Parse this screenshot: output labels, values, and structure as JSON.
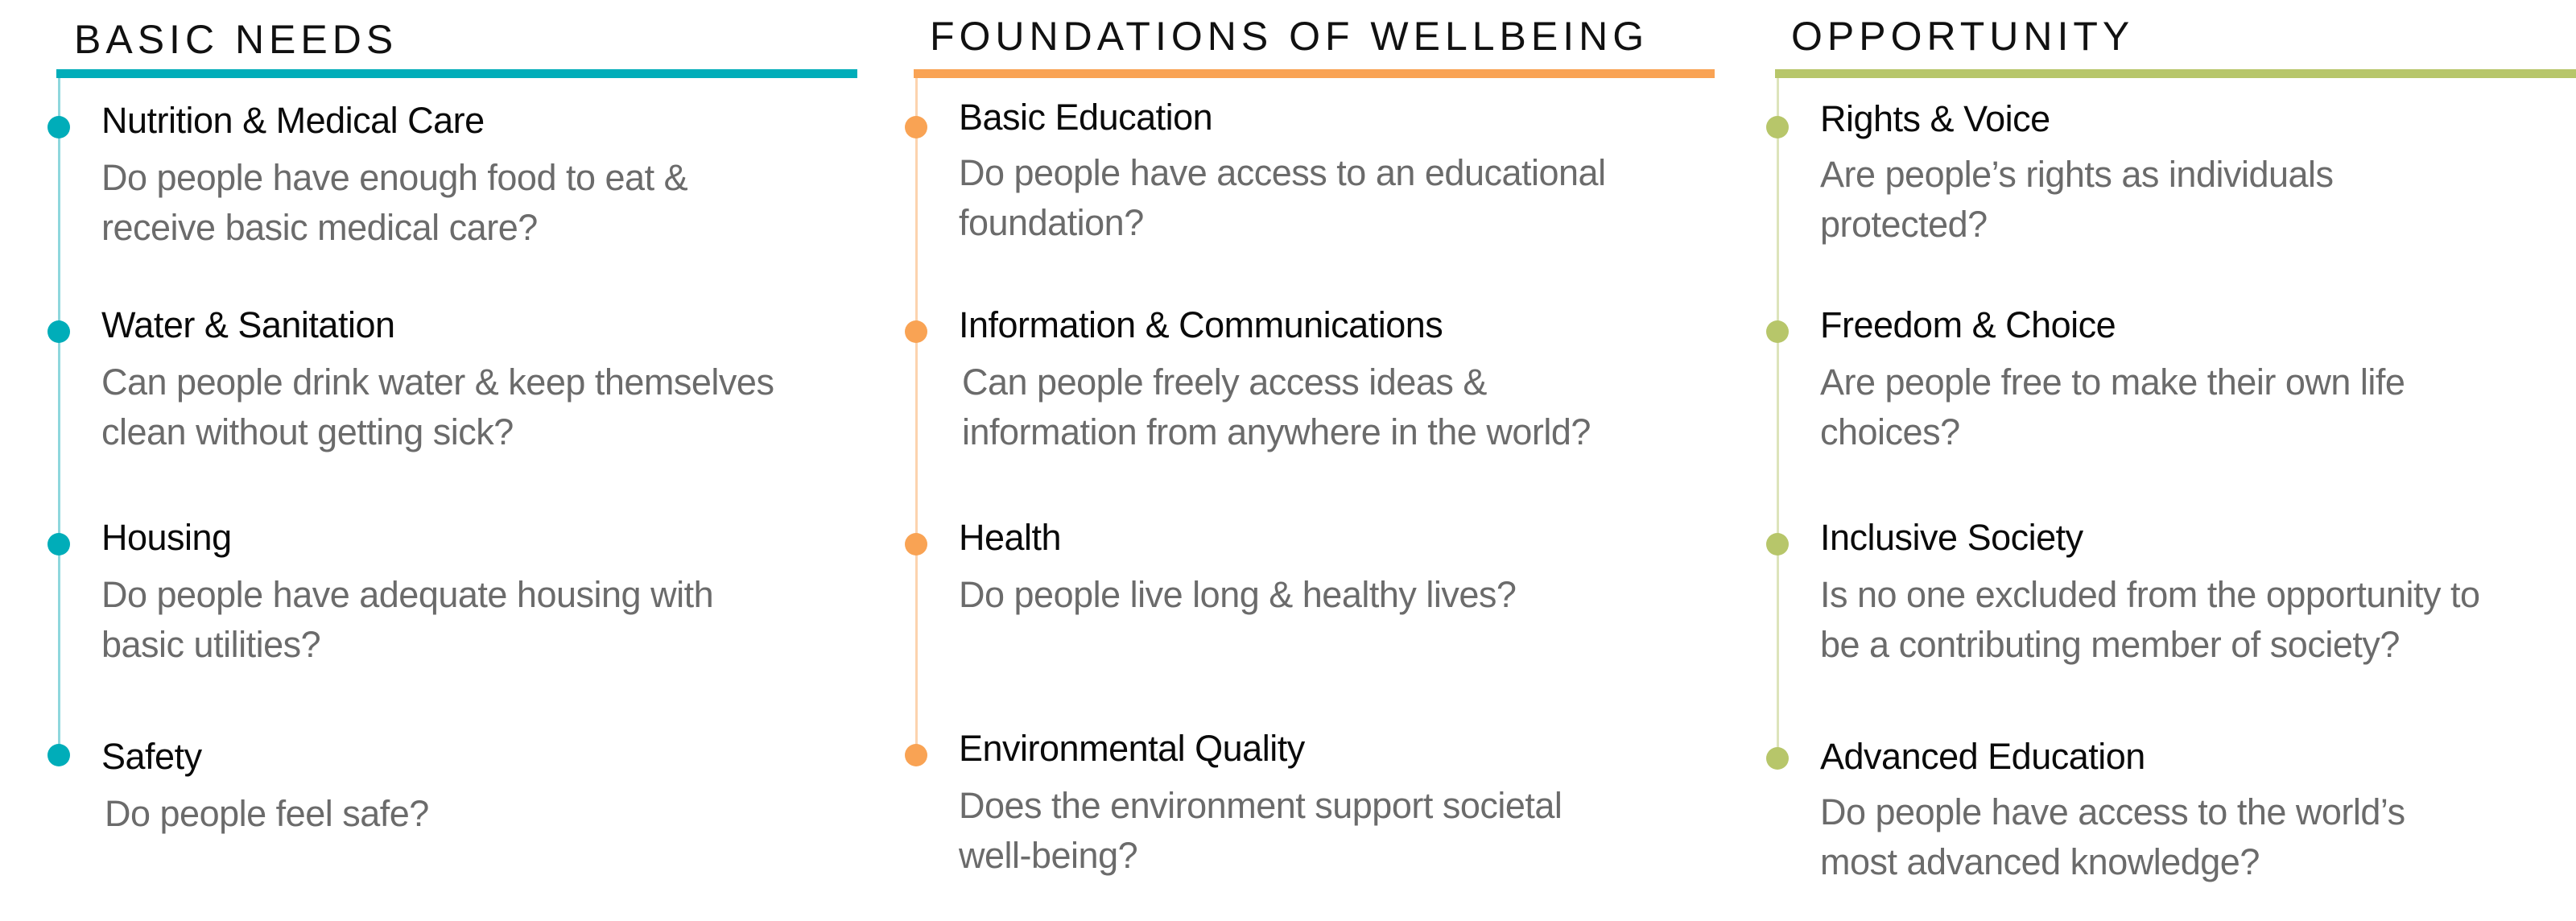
{
  "columns": [
    {
      "heading": "BASIC NEEDS",
      "color": "#00adb9",
      "rail_color": "#8fd7dd",
      "items": [
        {
          "title": "Nutrition & Medical Care",
          "question": "Do people have enough food to eat &\nreceive basic medical care?"
        },
        {
          "title": "Water & Sanitation",
          "question": "Can people drink water & keep themselves\nclean without getting sick?"
        },
        {
          "title": "Housing",
          "question": "Do people have adequate housing with\nbasic utilities?"
        },
        {
          "title": "Safety",
          "question": "Do people feel safe?"
        }
      ]
    },
    {
      "heading": "FOUNDATIONS OF WELLBEING",
      "color": "#f9a354",
      "rail_color": "#fcd3ae",
      "items": [
        {
          "title": "Basic Education",
          "question": "Do people have access to an educational\nfoundation?"
        },
        {
          "title": "Information & Communications",
          "question": "Can people freely access ideas &\ninformation from anywhere in the world?"
        },
        {
          "title": "Health",
          "question": "Do people live long & healthy lives?"
        },
        {
          "title": "Environmental Quality",
          "question": "Does the environment support societal\nwell-being?"
        }
      ]
    },
    {
      "heading": "OPPORTUNITY",
      "color": "#b7c66a",
      "rail_color": "#dde4bb",
      "items": [
        {
          "title": "Rights & Voice",
          "question": "Are people’s rights as individuals\nprotected?"
        },
        {
          "title": "Freedom & Choice",
          "question": "Are people free to make their own life\nchoices?"
        },
        {
          "title": "Inclusive Society",
          "question": "Is no one excluded from the opportunity to\nbe a contributing member of society?"
        },
        {
          "title": "Advanced Education",
          "question": "Do people have access to the world’s\nmost advanced knowledge?"
        }
      ]
    }
  ]
}
